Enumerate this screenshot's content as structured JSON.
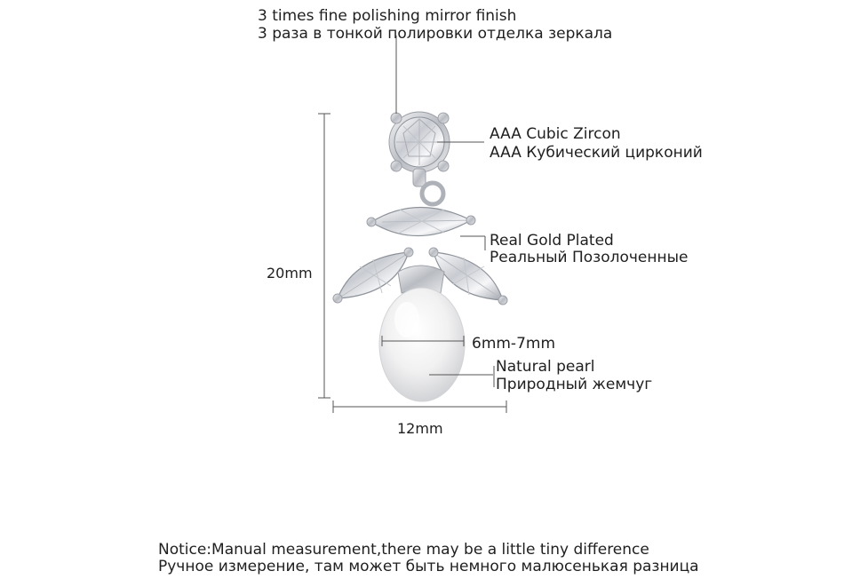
{
  "annotations": {
    "polish": {
      "en": "3 times fine polishing mirror finish",
      "ru": "3 раза в тонкой полировки отделка зеркала"
    },
    "zircon": {
      "en": "AAA Cubic Zircon",
      "ru": "AAA Кубический цирконий"
    },
    "gold": {
      "en": "Real Gold Plated",
      "ru": "Реальный Позолоченные"
    },
    "pearl_size": "6mm-7mm",
    "pearl": {
      "en": "Natural pearl",
      "ru": "Природный жемчуг"
    }
  },
  "dimensions": {
    "height": "20mm",
    "width": "12mm"
  },
  "notice": {
    "en": "Notice:Manual measurement,there may be a little tiny difference",
    "ru": "Ручное измерение, там может быть немного малюсенькая разница"
  },
  "colors": {
    "line": "#555555",
    "metal": "#c9ccd2",
    "pearl": "#eeeeee"
  }
}
